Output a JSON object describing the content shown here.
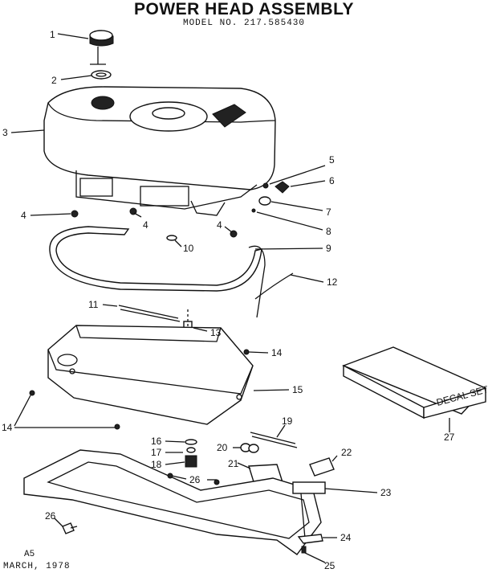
{
  "title": "POWER HEAD ASSEMBLY",
  "subtitle": "MODEL NO. 217.585430",
  "footer": {
    "code": "A5",
    "date": "MARCH, 1978"
  },
  "decal_text": "DECAL SET",
  "callouts": [
    "1",
    "2",
    "3",
    "4",
    "4",
    "4",
    "5",
    "6",
    "7",
    "8",
    "9",
    "10",
    "11",
    "12",
    "13",
    "14",
    "14",
    "14",
    "15",
    "16",
    "17",
    "18",
    "19",
    "20",
    "21",
    "22",
    "23",
    "24",
    "25",
    "26",
    "26",
    "27"
  ]
}
